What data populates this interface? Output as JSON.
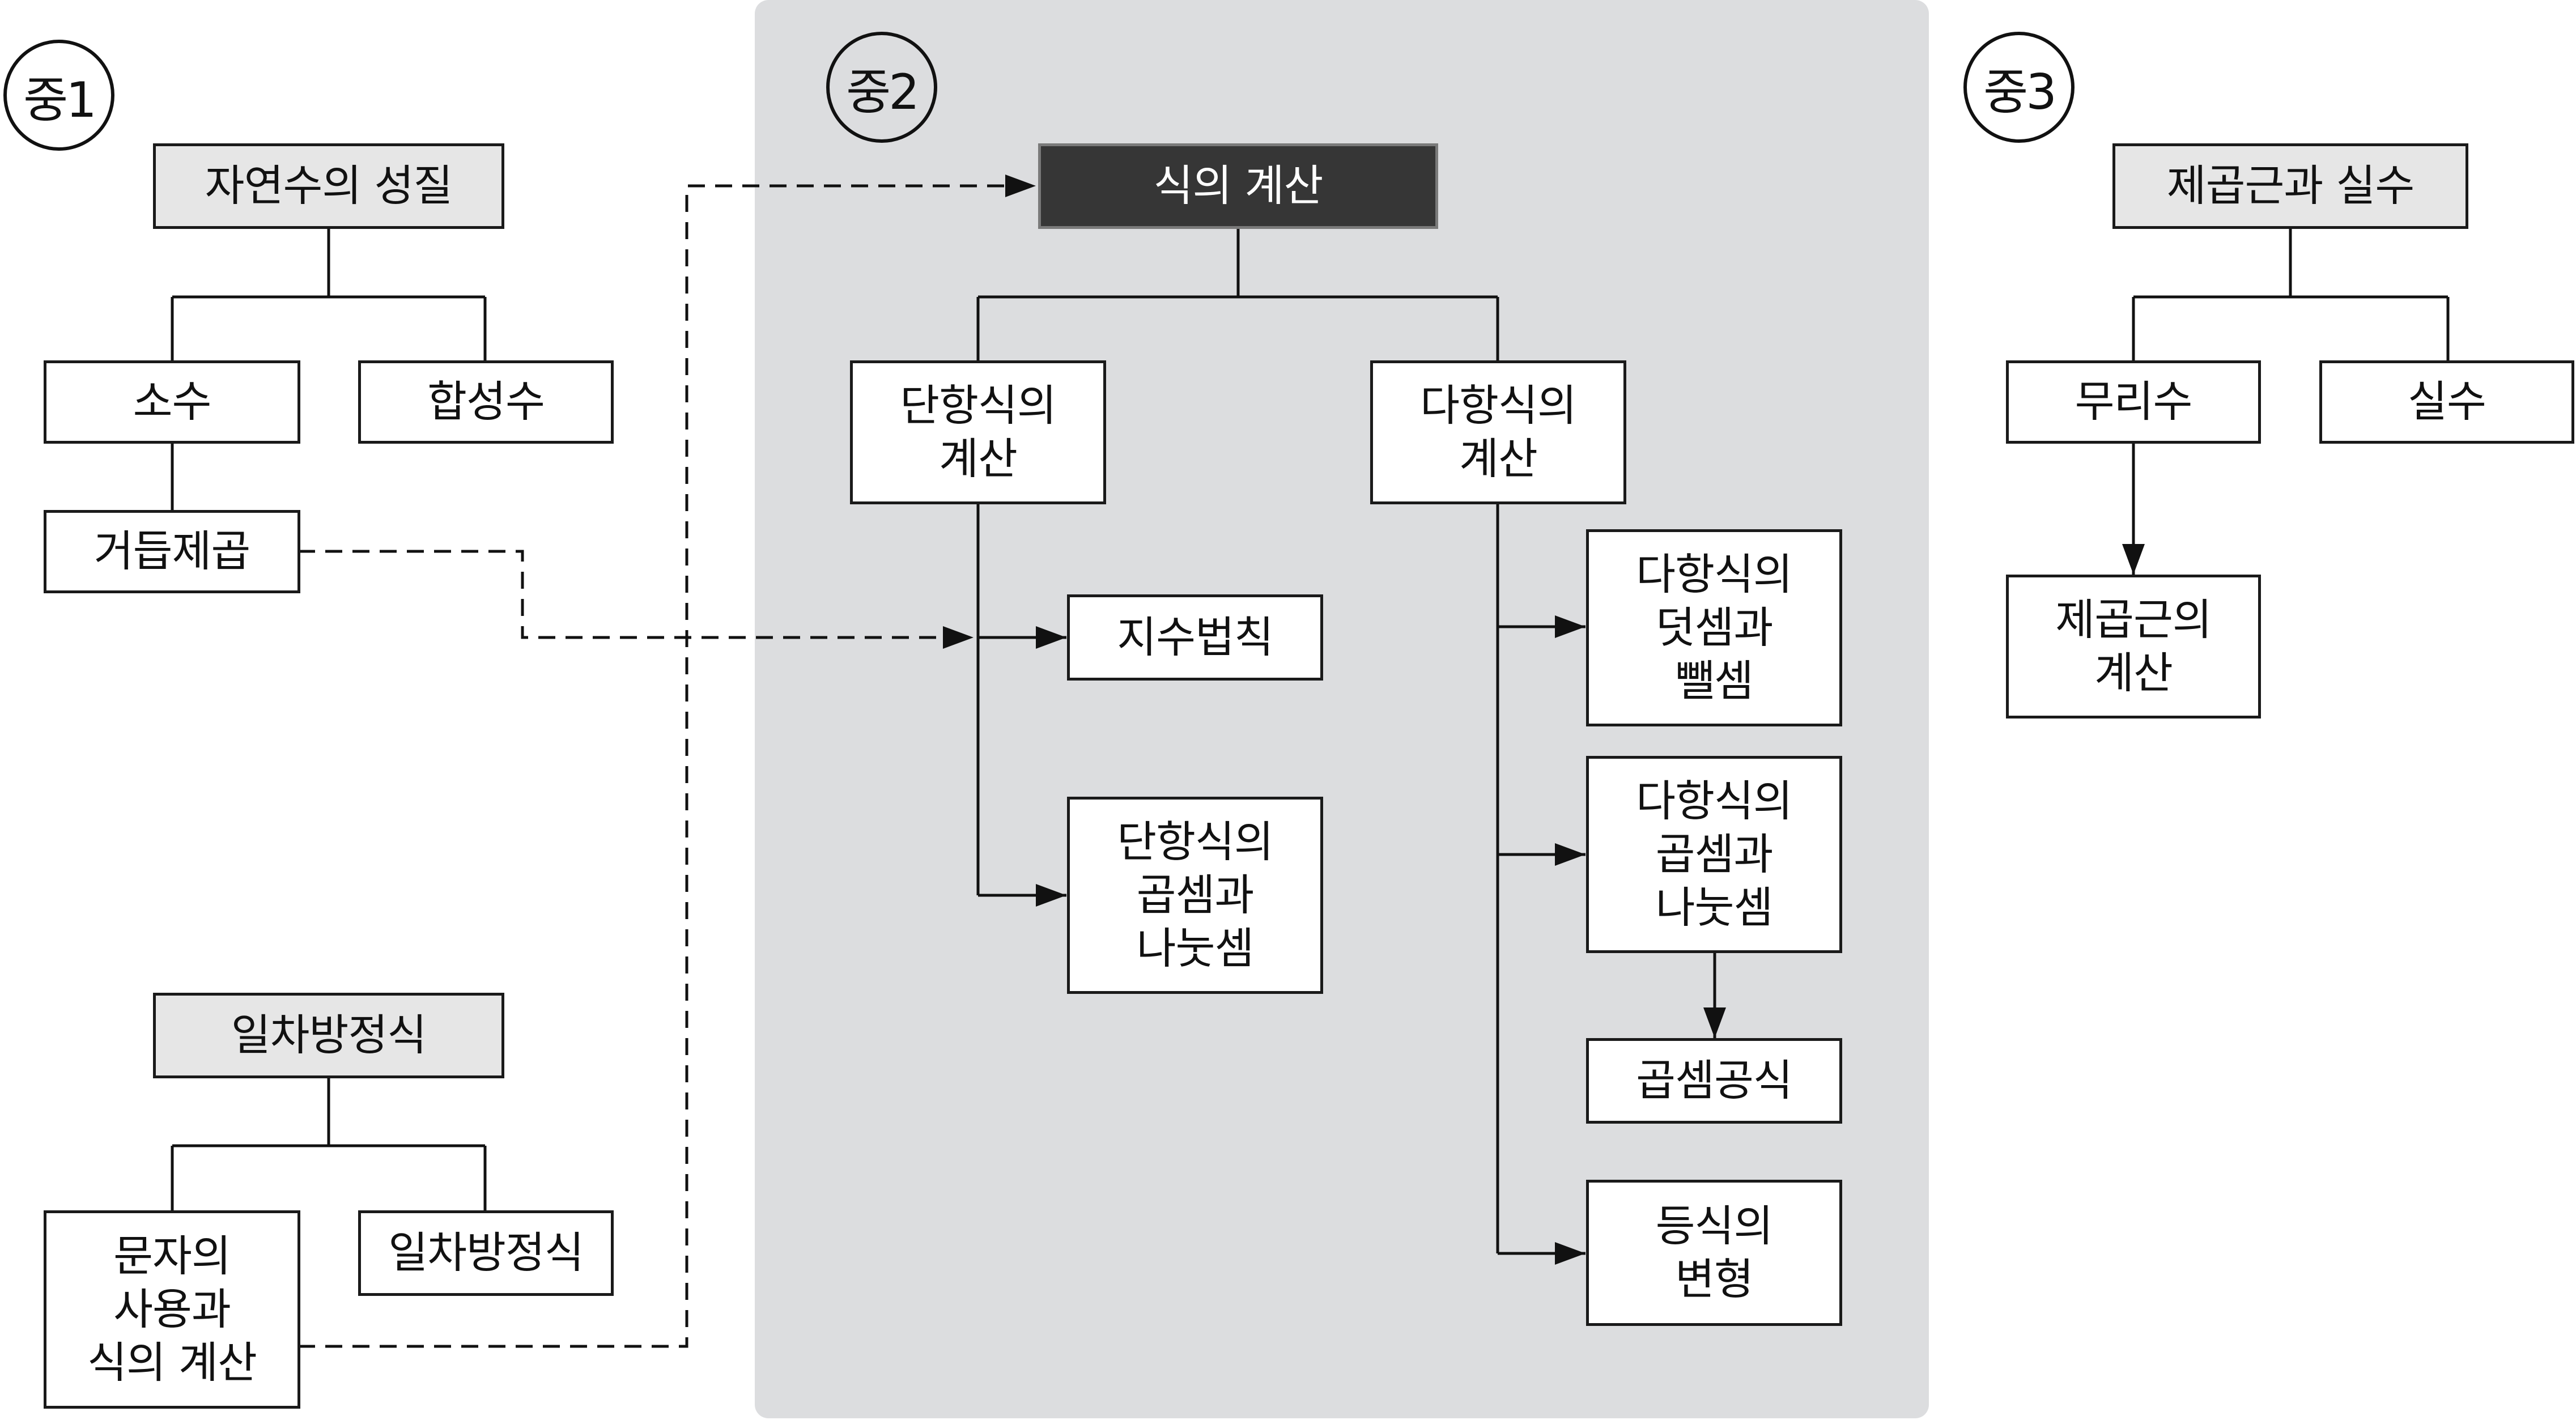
{
  "sections": {
    "s1": "중1",
    "s2": "중2",
    "s3": "중3"
  },
  "nodes": {
    "natural_numbers": "자연수의 성질",
    "prime": "소수",
    "composite": "합성수",
    "powers": "거듭제곱",
    "linear_eq_group": "일차방정식",
    "letters": "문자의\n사용과\n식의 계산",
    "linear_eq": "일차방정식",
    "expr_calc": "식의 계산",
    "monomial_calc": "단항식의\n계산",
    "polynomial_calc": "다항식의\n계산",
    "exponent_laws": "지수법칙",
    "monomial_muldiv": "단항식의\n곱셈과\n나눗셈",
    "poly_addsub": "다항식의\n덧셈과\n뺄셈",
    "poly_muldiv": "다항식의\n곱셈과\n나눗셈",
    "product_formula": "곱셈공식",
    "equation_transform": "등식의\n변형",
    "sqrt_real": "제곱근과 실수",
    "irrational": "무리수",
    "real": "실수",
    "sqrt_calc": "제곱근의\n계산"
  },
  "colors": {
    "panel": "#dcdddf",
    "header_fill": "#e6e6e6",
    "focus_fill": "#363636",
    "line": "#111111"
  }
}
